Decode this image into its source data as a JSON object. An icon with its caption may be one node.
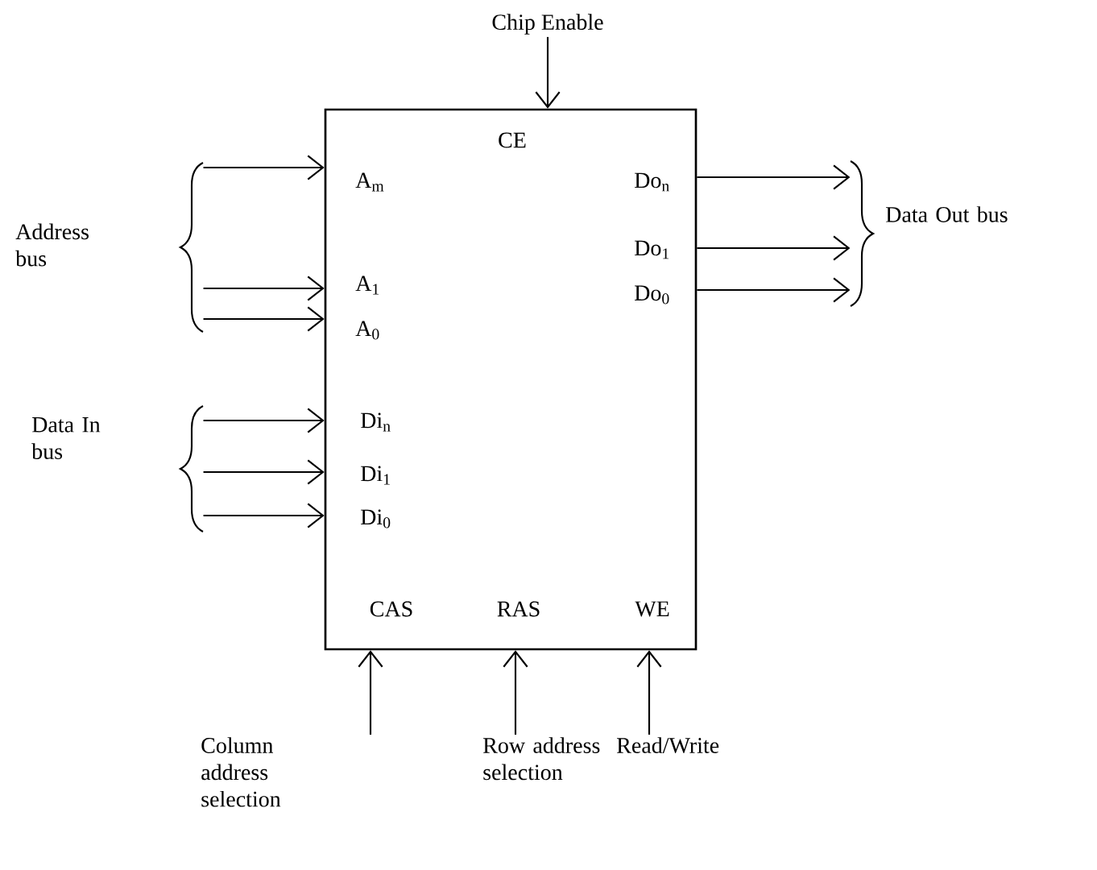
{
  "diagram": {
    "nodes": [
      {
        "text": [
          "CE",
          "A$_{m}$",
          "Do$_{n}$",
          "A$_{1}$",
          "Do$_{1}$",
          "A$_{0}$",
          "Do$_{0}$",
          "Di$_{n}$",
          "Di$_{1}$",
          "Di$_{0}$",
          "CAS",
          "RAS",
          "WE"
        ]
      },
      {
        "text": [
          "Chip Enable"
        ]
      },
      {
        "text": [
          "Column address selection"
        ]
      },
      {
        "text": [
          "Row address selection"
        ]
      },
      {
        "text": [
          "Read/Write"
        ]
      },
      {
        "text": [],
        "shape": "brace",
        "beside": [
          "Address bus"
        ]
      },
      {
        "text": [],
        "shape": "brace",
        "beside": [
          "Data In bus"
        ]
      },
      {
        "text": [],
        "shape": "brace",
        "beside": [
          "Data Out bus"
        ]
      }
    ],
    "edges": [
      {
        "from": 1,
        "to": 0,
        "arrow": "to"
      },
      {
        "from": 5,
        "to": 0,
        "arrow": "to"
      },
      {
        "from": 5,
        "to": 0,
        "arrow": "to"
      },
      {
        "from": 5,
        "to": 0,
        "arrow": "to"
      },
      {
        "from": 6,
        "to": 0,
        "arrow": "to"
      },
      {
        "from": 6,
        "to": 0,
        "arrow": "to"
      },
      {
        "from": 6,
        "to": 0,
        "arrow": "to"
      },
      {
        "from": 0,
        "to": 7,
        "arrow": "to"
      },
      {
        "from": 0,
        "to": 7,
        "arrow": "to"
      },
      {
        "from": 0,
        "to": 7,
        "arrow": "to"
      },
      {
        "from": 2,
        "to": 0,
        "arrow": "to"
      },
      {
        "from": 3,
        "to": 0,
        "arrow": "to"
      },
      {
        "from": 4,
        "to": 0,
        "arrow": "to"
      }
    ]
  }
}
